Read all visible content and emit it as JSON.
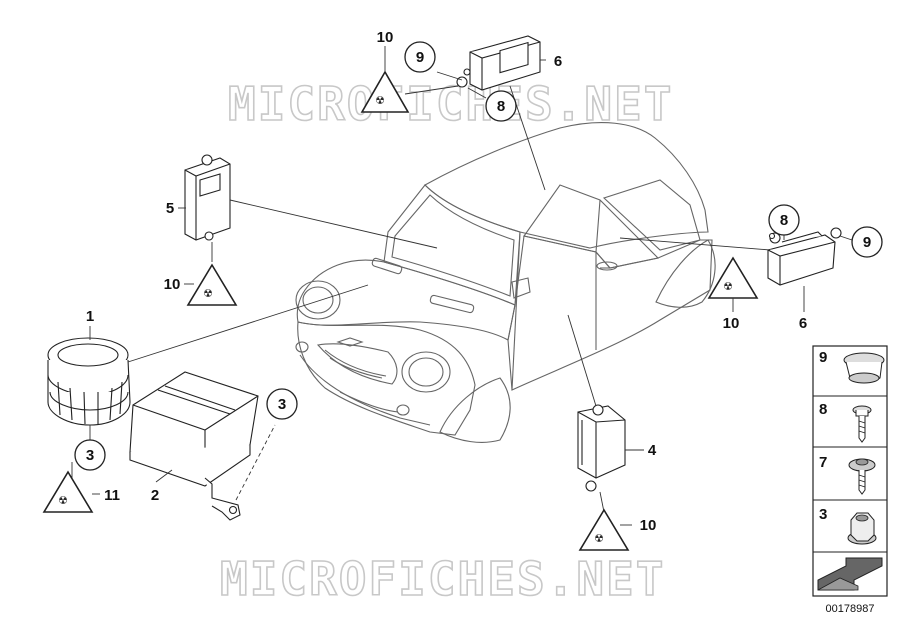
{
  "watermark": "MICROFICHES.NET",
  "document_number": "00178987",
  "callouts": [
    {
      "id": "c10-top",
      "text": "10",
      "circled": false
    },
    {
      "id": "c9-top",
      "text": "9",
      "circled": true
    },
    {
      "id": "c6-top",
      "text": "6",
      "circled": false
    },
    {
      "id": "c8-top",
      "text": "8",
      "circled": true
    },
    {
      "id": "c5",
      "text": "5",
      "circled": false
    },
    {
      "id": "c10-left",
      "text": "10",
      "circled": false
    },
    {
      "id": "c1",
      "text": "1",
      "circled": false
    },
    {
      "id": "c3-left",
      "text": "3",
      "circled": true
    },
    {
      "id": "c11",
      "text": "11",
      "circled": false
    },
    {
      "id": "c2",
      "text": "2",
      "circled": false
    },
    {
      "id": "c3-mid",
      "text": "3",
      "circled": true
    },
    {
      "id": "c8-right",
      "text": "8",
      "circled": true
    },
    {
      "id": "c9-right",
      "text": "9",
      "circled": true
    },
    {
      "id": "c10-right",
      "text": "10",
      "circled": false
    },
    {
      "id": "c6-right",
      "text": "6",
      "circled": false
    },
    {
      "id": "c4",
      "text": "4",
      "circled": false
    },
    {
      "id": "c10-bottom",
      "text": "10",
      "circled": false
    }
  ],
  "legend": [
    {
      "text": "9",
      "icon": "grommet-icon"
    },
    {
      "text": "8",
      "icon": "screw-icon"
    },
    {
      "text": "7",
      "icon": "collar-screw-icon"
    },
    {
      "text": "3",
      "icon": "hex-nut-icon"
    },
    {
      "text": "",
      "icon": "arrow-icon"
    }
  ],
  "colors": {
    "line": "#222222",
    "car": "#666666",
    "watermark": "#c8c8c8",
    "legend_border": "#222222"
  }
}
